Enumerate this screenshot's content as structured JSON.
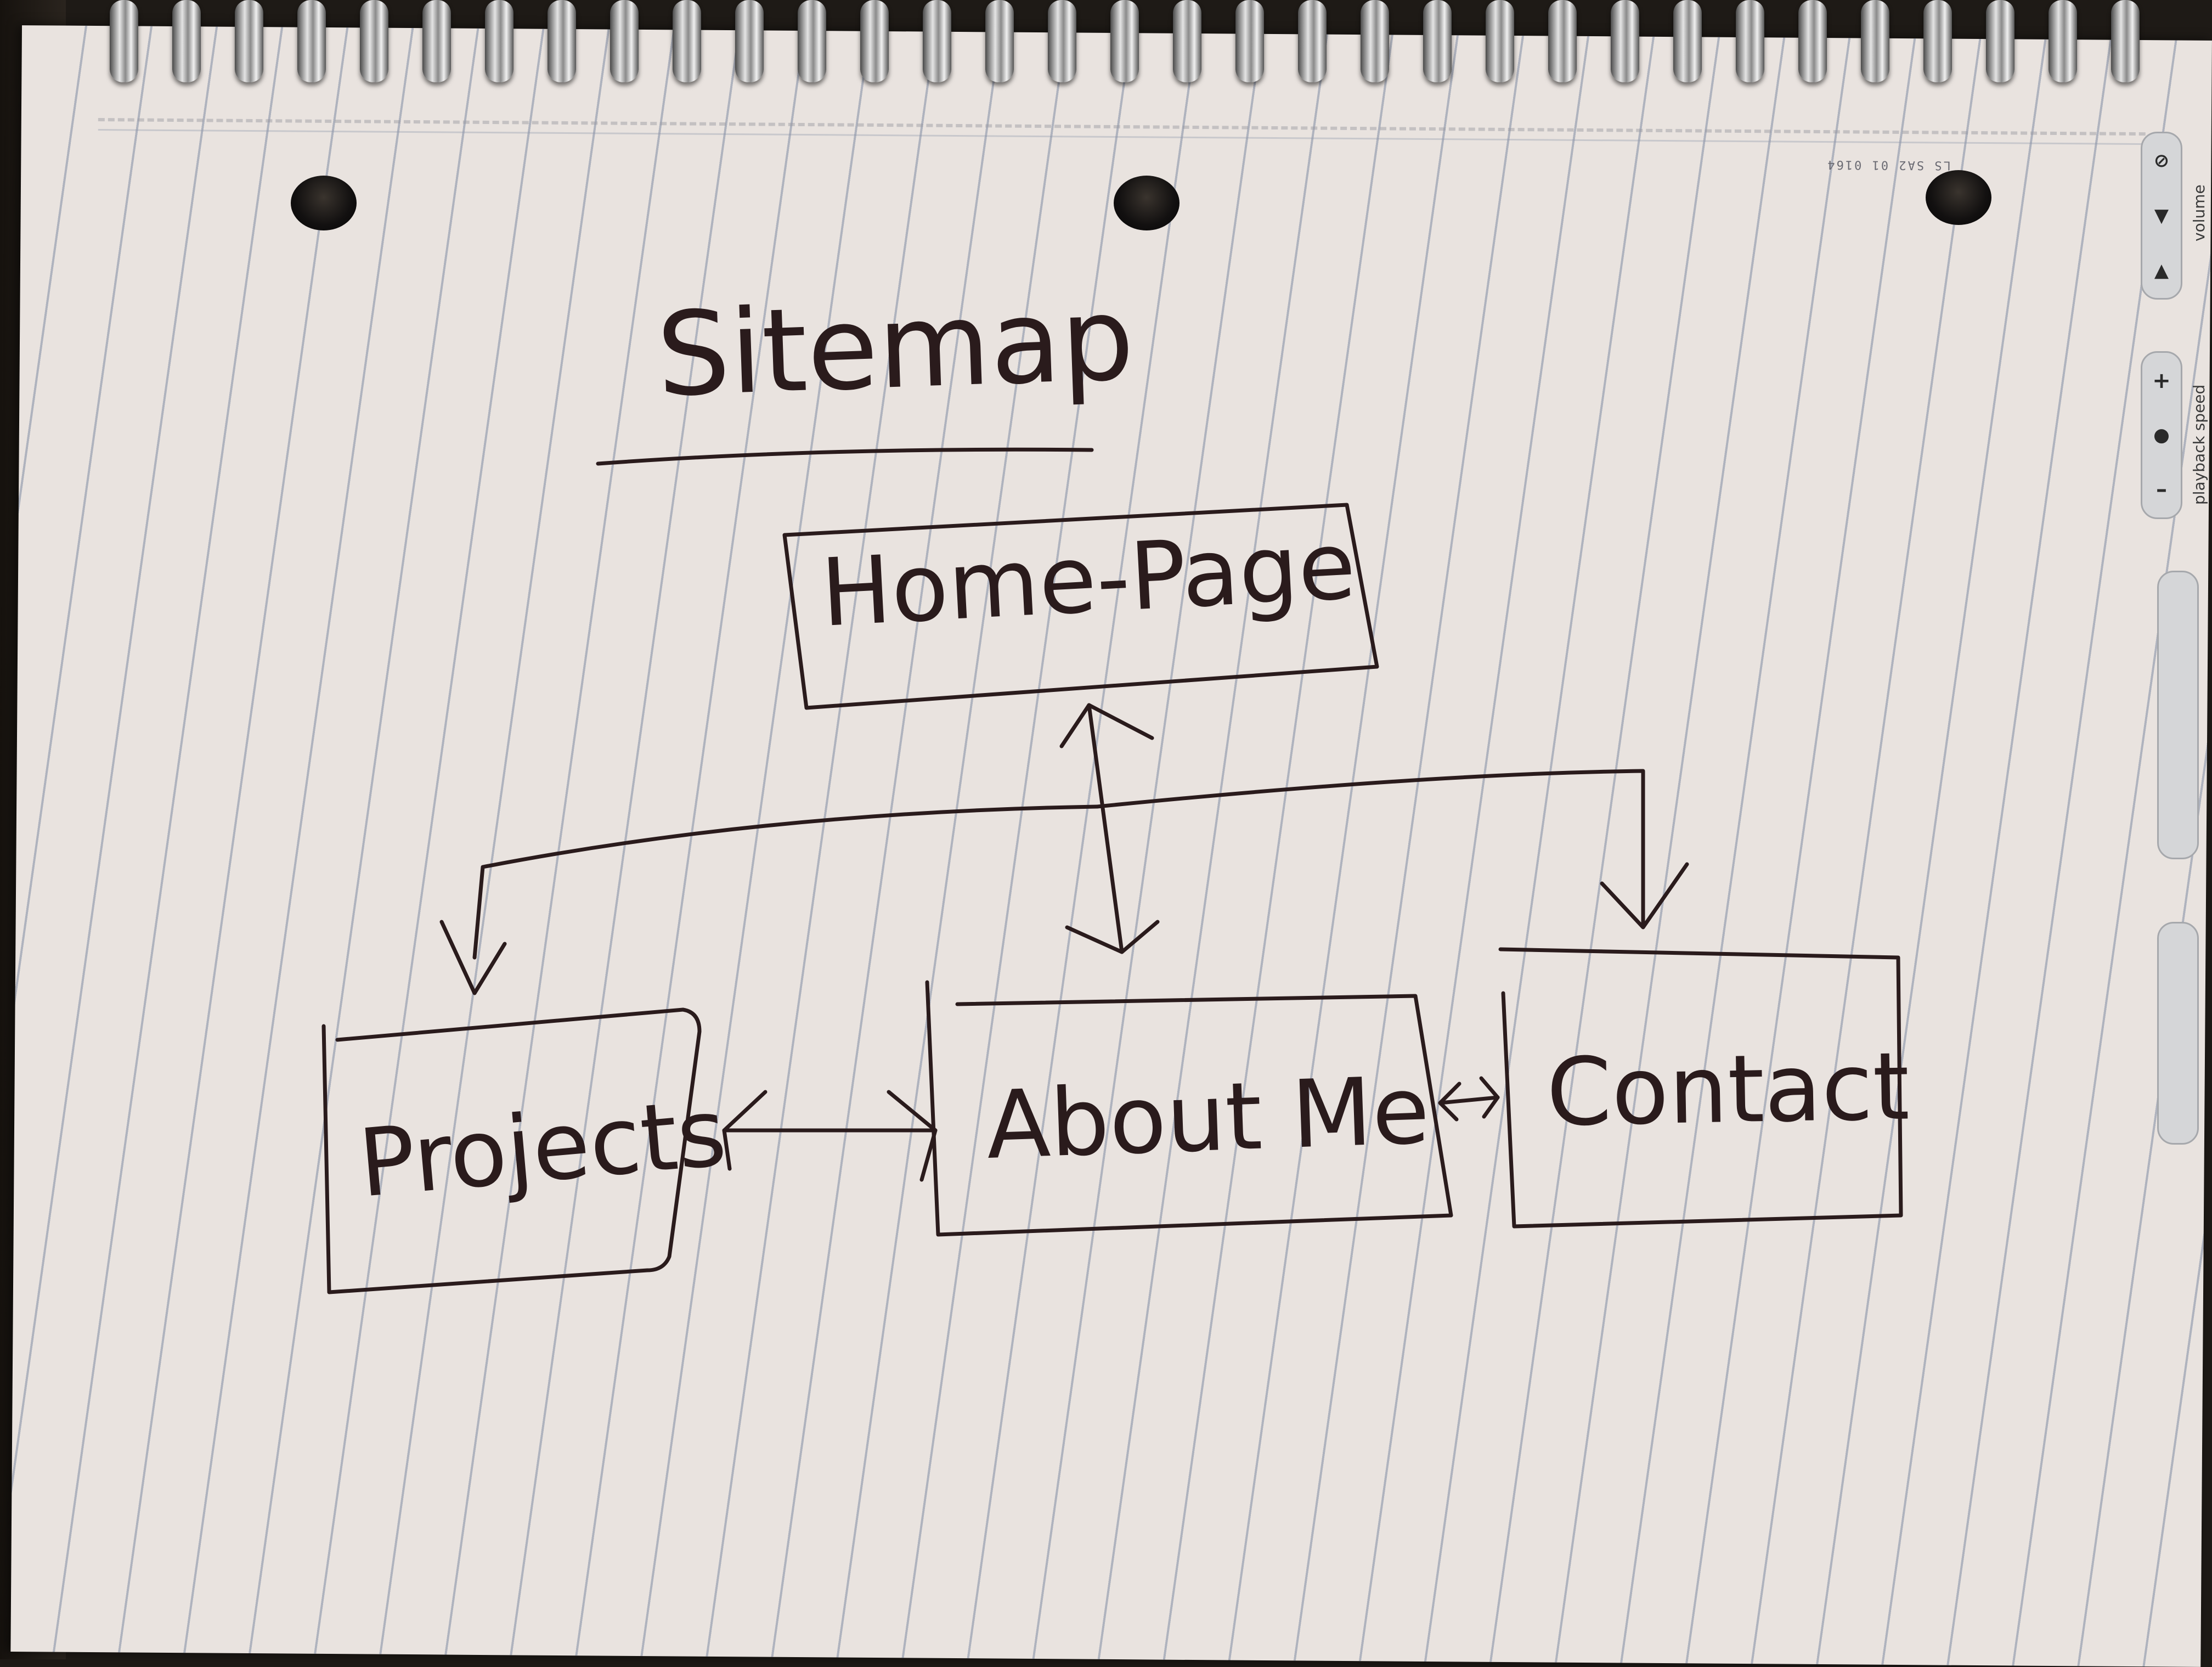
{
  "diagram": {
    "title": "Sitemap",
    "nodes": [
      {
        "id": "home",
        "label": "Home-Page"
      },
      {
        "id": "projects",
        "label": "Projects"
      },
      {
        "id": "about",
        "label": "About Me"
      },
      {
        "id": "contact",
        "label": "Contact"
      }
    ],
    "edges": [
      {
        "from": "home",
        "to": "about",
        "direction": "both"
      },
      {
        "from": "home",
        "to": "projects",
        "direction": "forward"
      },
      {
        "from": "home",
        "to": "contact",
        "direction": "forward"
      },
      {
        "from": "projects",
        "to": "about",
        "direction": "both"
      },
      {
        "from": "about",
        "to": "contact",
        "direction": "both"
      }
    ]
  },
  "notebook": {
    "print_code": "LS SA2 01 0164"
  },
  "player": {
    "volume_label": "volume",
    "speed_label": "playback speed",
    "volume_up_icon": "triangle-up-icon",
    "volume_down_icon": "triangle-down-icon",
    "mute_icon": "mute-icon",
    "speed_plus": "+",
    "speed_minus": "–"
  },
  "colors": {
    "ink": "#2a1b1c",
    "paper": "#e9e3df",
    "rule_line": "#6978a0"
  }
}
